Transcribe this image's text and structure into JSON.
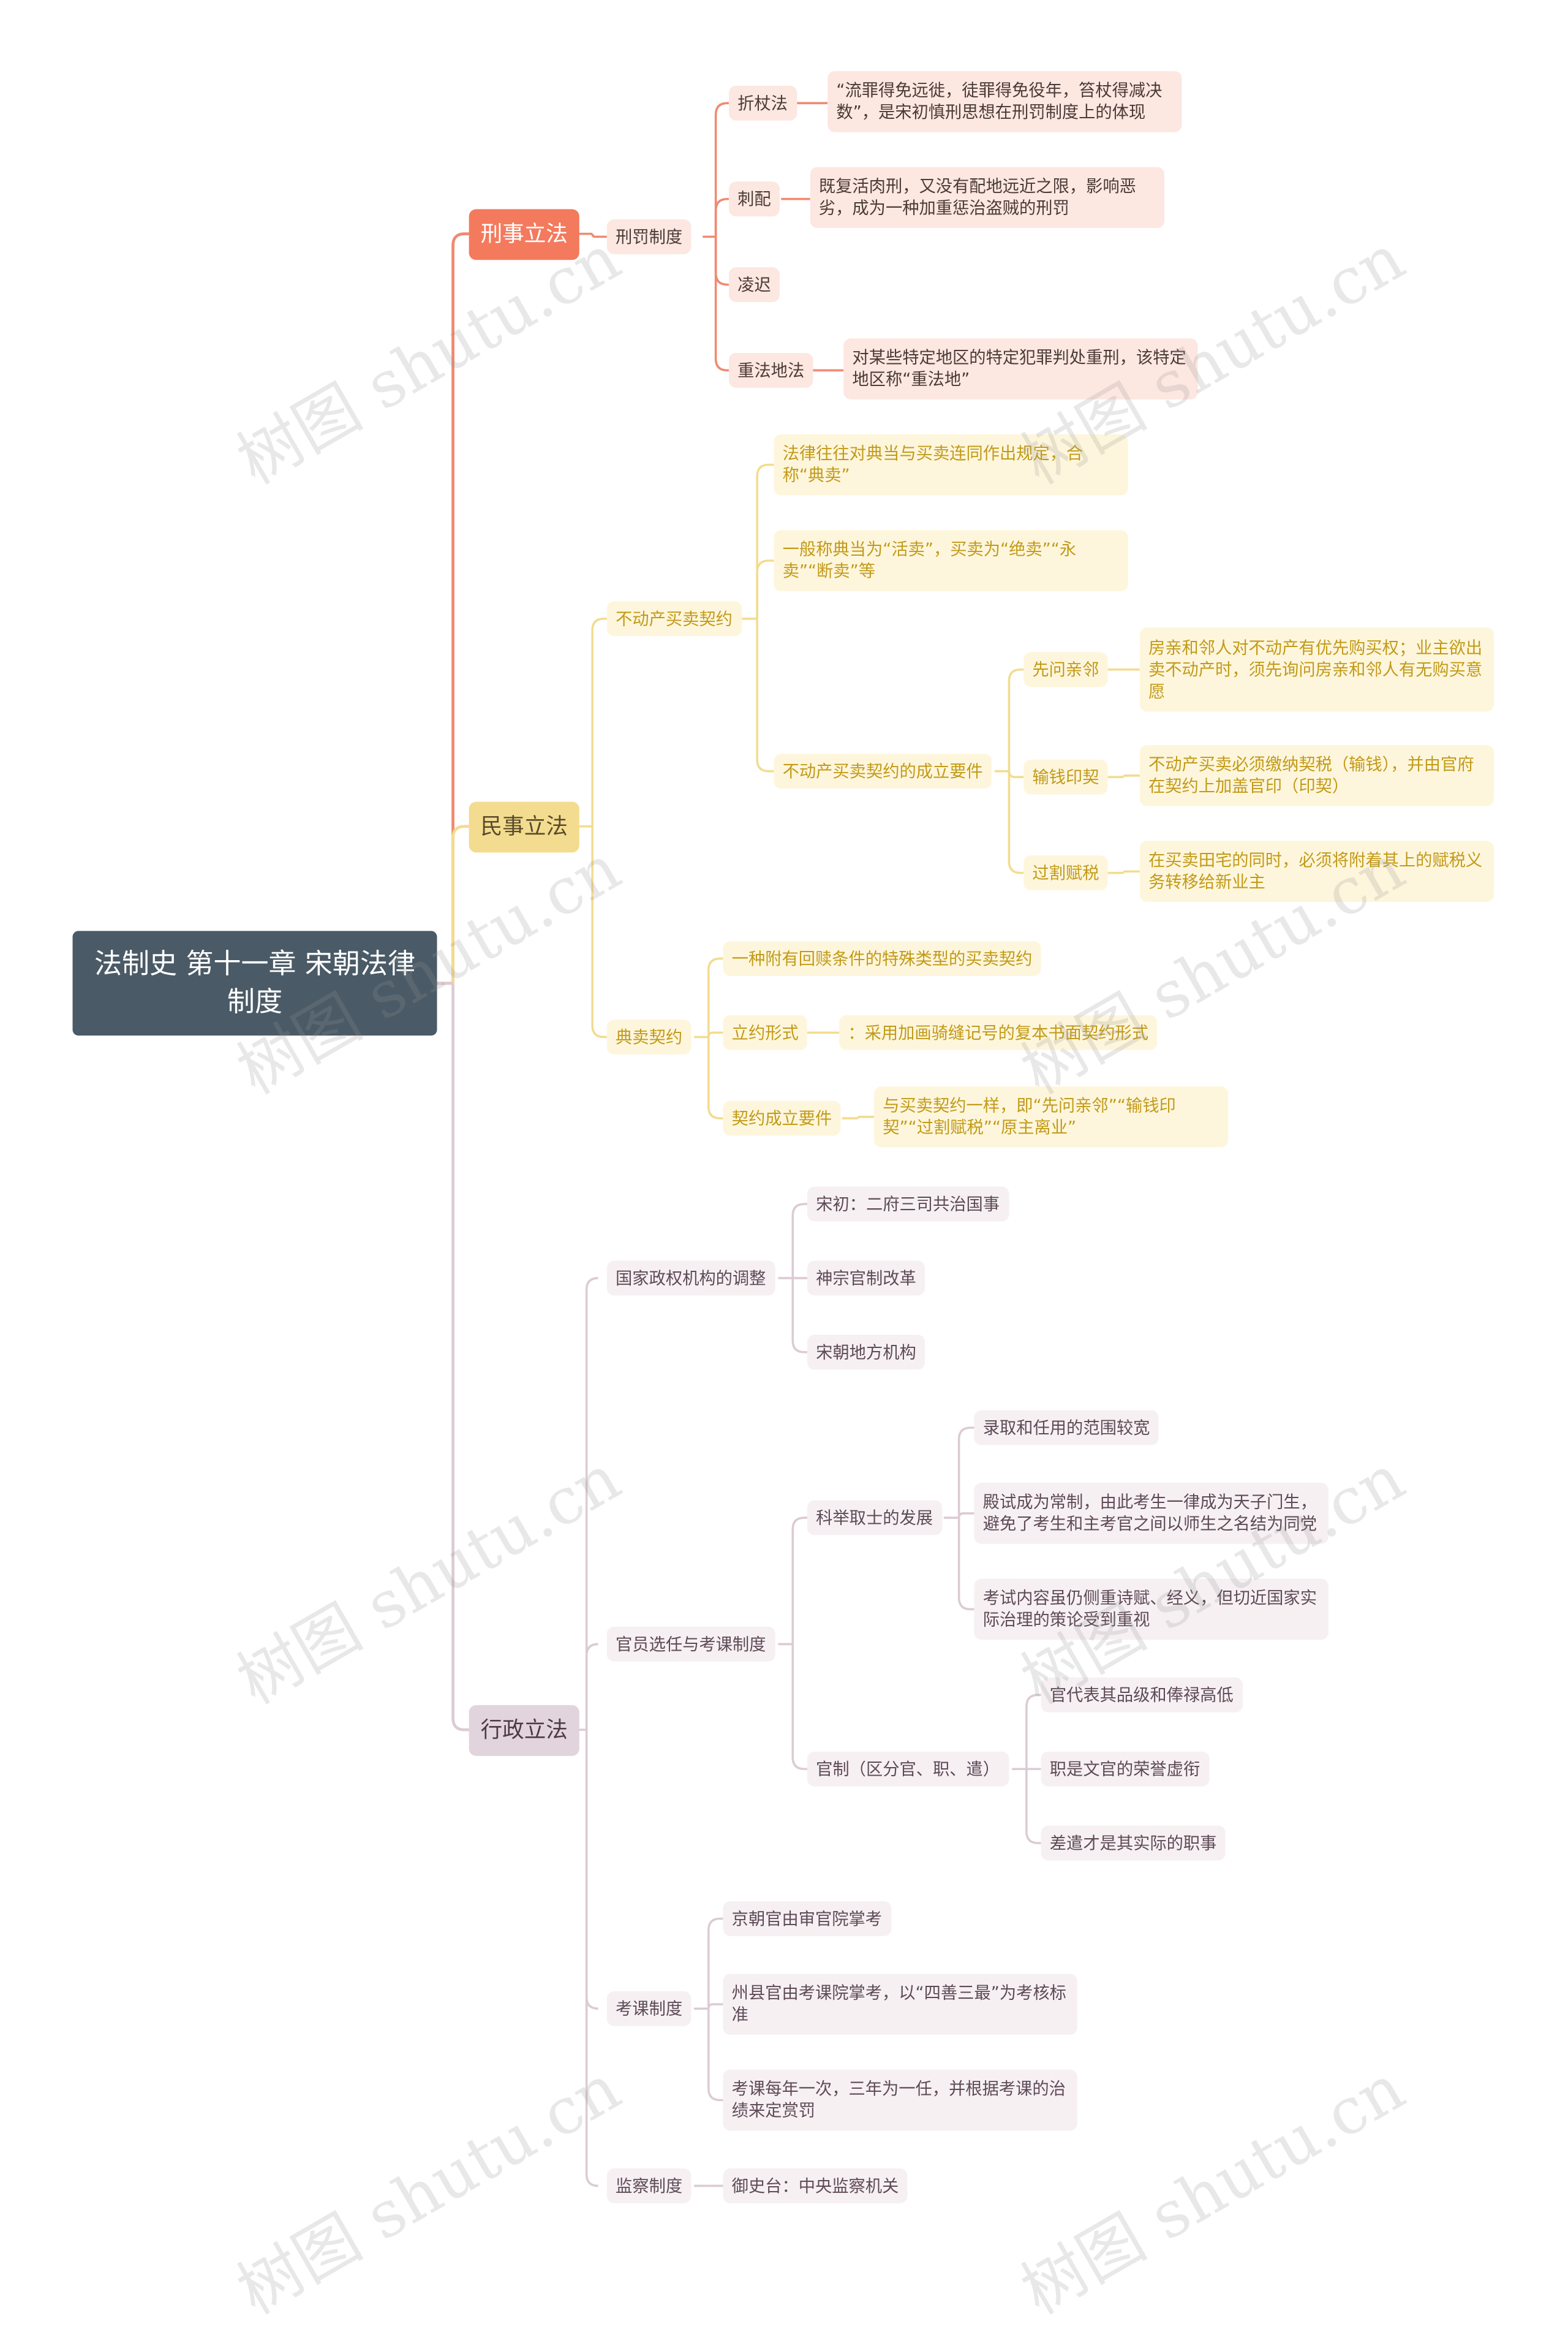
{
  "root": "法制史 第十一章 宋朝法律制度",
  "criminal": {
    "title": "刑事立法",
    "penal": "刑罚制度",
    "zhezhang": "折杖法",
    "zhezhang_desc": "“流罪得免远徙，徒罪得免役年，笞杖得减决数”，是宋初慎刑思想在刑罚制度上的体现",
    "cipei": "刺配",
    "cipei_desc": "既复活肉刑，又没有配地远近之限，影响恶劣，成为一种加重惩治盗贼的刑罚",
    "lingchi": "凌迟",
    "zhongfa": "重法地法",
    "zhongfa_desc": "对某些特定地区的特定犯罪判处重刑，该特定地区称“重法地”"
  },
  "civil": {
    "title": "民事立法",
    "realestate": "不动产买卖契约",
    "re_note1": "法律往往对典当与买卖连同作出规定，合称“典卖”",
    "re_note2": "一般称典当为“活卖”，买卖为“绝卖”“永卖”“断卖”等",
    "re_req": "不动产买卖契约的成立要件",
    "xianwen": "先问亲邻",
    "xianwen_desc": "房亲和邻人对不动产有优先购买权；业主欲出卖不动产时，须先询问房亲和邻人有无购买意愿",
    "shuqian": "输钱印契",
    "shuqian_desc": "不动产买卖必须缴纳契税（输钱），并由官府在契约上加盖官印（印契）",
    "guoge": "过割赋税",
    "guoge_desc": "在买卖田宅的同时，必须将附着其上的赋税义务转移给新业主",
    "dianmai": "典卖契约",
    "dm_note": "一种附有回赎条件的特殊类型的买卖契约",
    "liyue": "立约形式",
    "liyue_desc": "：采用加画骑缝记号的复本书面契约形式",
    "qiyue_req": "契约成立要件",
    "qiyue_req_desc": "与买卖契约一样，即“先问亲邻”“输钱印契”“过割赋税”“原主离业”"
  },
  "admin": {
    "title": "行政立法",
    "jigou": "国家政权机构的调整",
    "jg1": "宋初：二府三司共治国事",
    "jg2": "神宗官制改革",
    "jg3": "宋朝地方机构",
    "xuanren": "官员选任与考课制度",
    "keju": "科举取士的发展",
    "kj1": "录取和任用的范围较宽",
    "kj2": "殿试成为常制，由此考生一律成为天子门生，避免了考生和主考官之间以师生之名结为同党",
    "kj3": "考试内容虽仍侧重诗赋、经义，但切近国家实际治理的策论受到重视",
    "guanzhi": "官制（区分官、职、遣）",
    "gz1": "官代表其品级和俸禄高低",
    "gz2": "职是文官的荣誉虚衔",
    "gz3": "差遣才是其实际的职事",
    "kaoke": "考课制度",
    "kk1": "京朝官由审官院掌考",
    "kk2": "州县官由考课院掌考，以“四善三最”为考核标准",
    "kk3": "考课每年一次，三年为一任，并根据考课的治绩来定赏罚",
    "jiancha": "监察制度",
    "jc1": "御史台：中央监察机关"
  },
  "watermark": "树图 shutu.cn",
  "colors": {
    "root": "#4a5a66",
    "criminal": "#f47a5d",
    "civil": "#f3dc8f",
    "admin": "#e2d4dc",
    "criminal_line": "#f08a70",
    "civil_line": "#f3dc8f",
    "admin_line": "#dccbd4"
  }
}
